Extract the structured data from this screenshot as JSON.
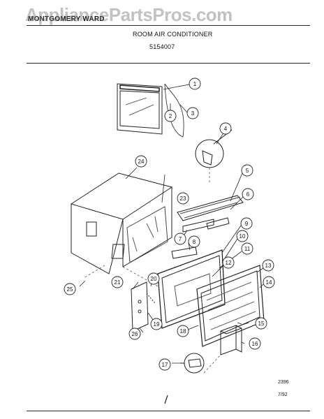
{
  "header": {
    "brand": "MONTGOMERY WARD",
    "title": "ROOM AIR CONDITIONER",
    "model": "5154007"
  },
  "watermark": "AppliancePartsPros.com",
  "callouts": [
    "1",
    "2",
    "3",
    "4",
    "5",
    "6",
    "7",
    "8",
    "9",
    "10",
    "11",
    "12",
    "13",
    "14",
    "15",
    "16",
    "17",
    "18",
    "19",
    "20",
    "21",
    "23",
    "24",
    "25",
    "26"
  ],
  "footer": {
    "code": "2396",
    "date": "7/92"
  }
}
